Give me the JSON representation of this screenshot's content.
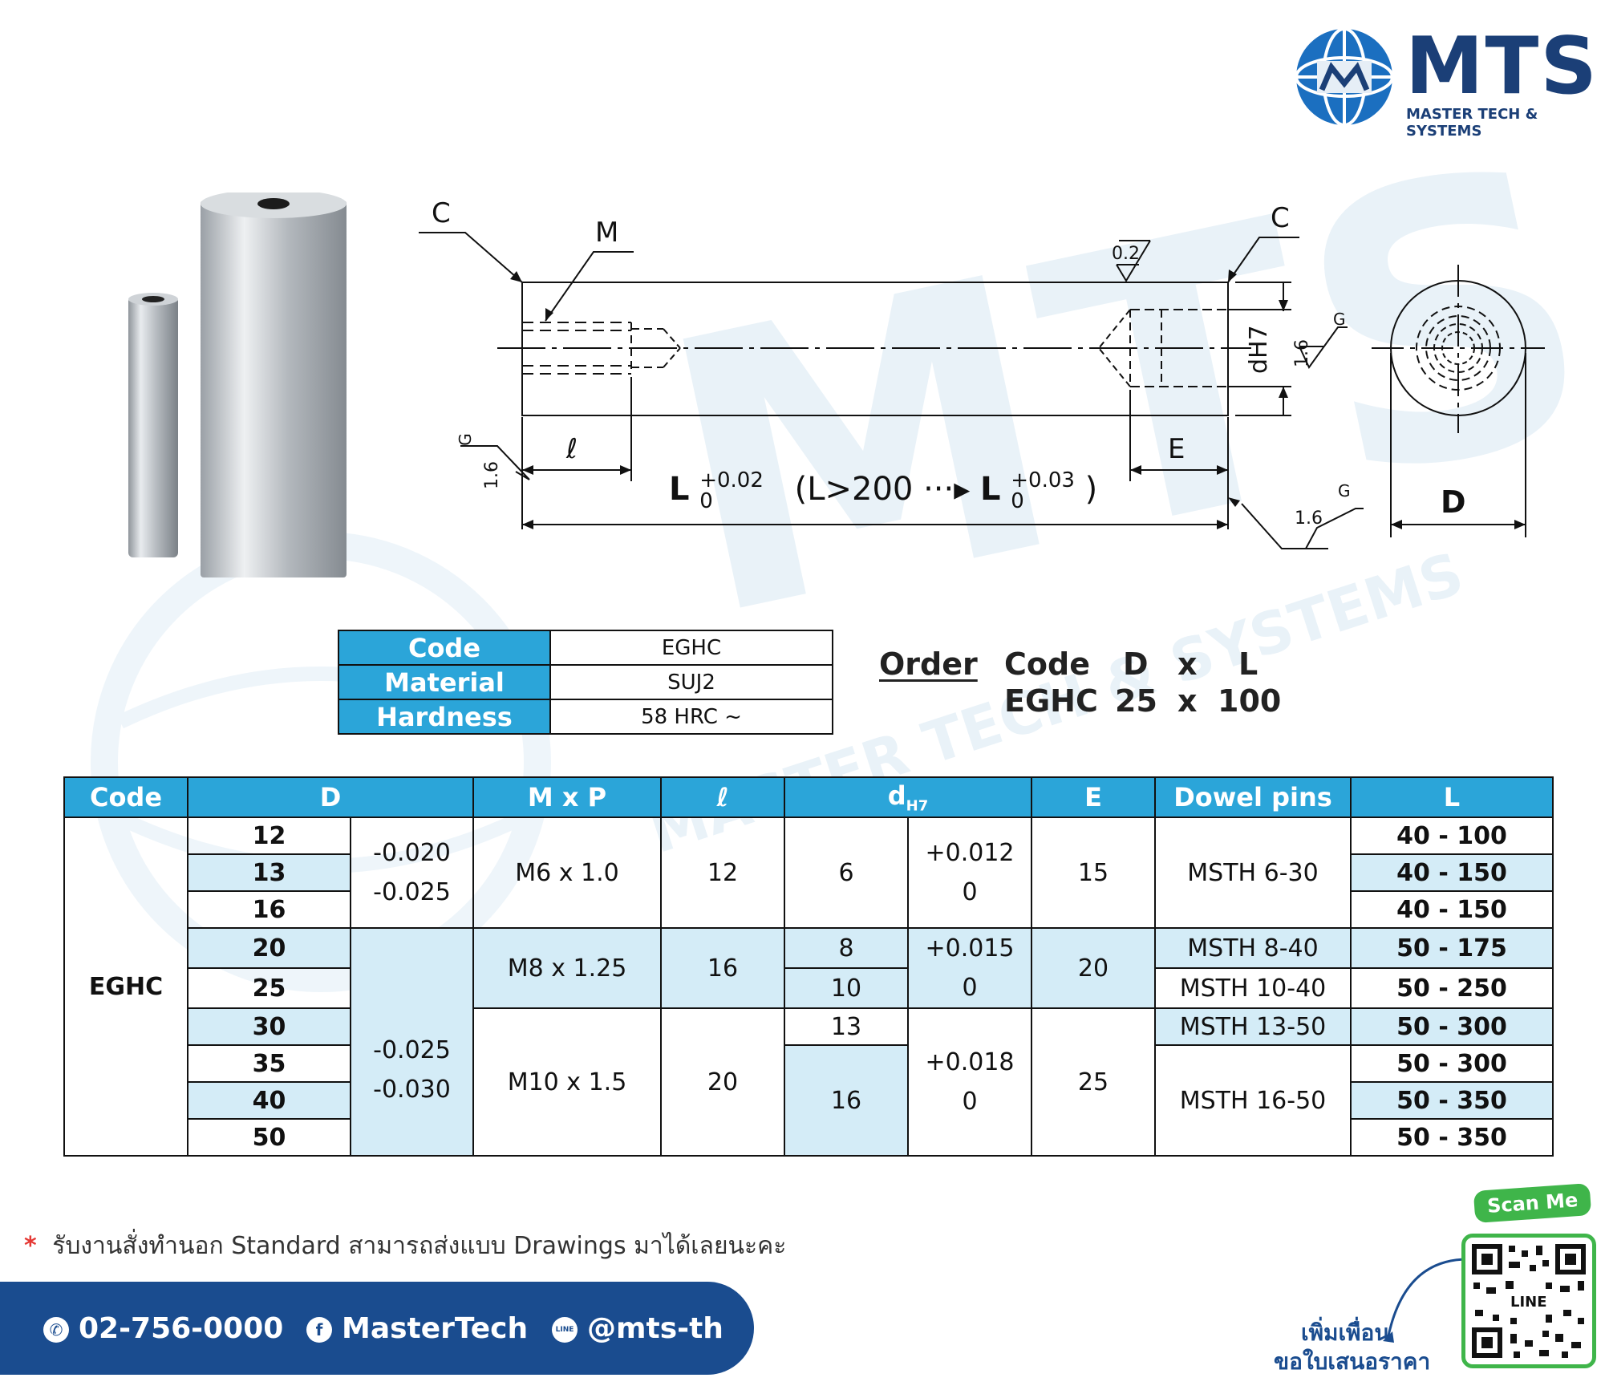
{
  "brand": {
    "name": "MTS",
    "tagline": "MASTER TECH & SYSTEMS"
  },
  "watermark": {
    "big": "MTS",
    "small": "MASTER TECH & SYSTEMS"
  },
  "drawing": {
    "c_left": "C",
    "c_right": "C",
    "m": "M",
    "l_small": "ℓ",
    "e": "E",
    "dh7": "dH7",
    "d": "D",
    "g1": "G",
    "g2": "G",
    "g3": "G",
    "r1": "1.6",
    "r2": "1.6",
    "r3": "1.6",
    "r4": "0.2",
    "length_L": "L",
    "tol_plus_1": "+0.02",
    "tol_zero_1": "0",
    "length_mid": "(L>200 ···▸",
    "length_L2": "L",
    "tol_plus_2": "+0.03",
    "tol_zero_2": "0",
    "length_close": ")"
  },
  "spec": {
    "rows": [
      {
        "key": "Code",
        "value": "EGHC"
      },
      {
        "key": "Material",
        "value": "SUJ2"
      },
      {
        "key": "Hardness",
        "value": "58 HRC ~"
      }
    ]
  },
  "order": {
    "label": "Order",
    "header": [
      "Code",
      "D",
      "x",
      "L"
    ],
    "example": [
      "EGHC",
      "25",
      "x",
      "100"
    ]
  },
  "table": {
    "headers": {
      "code": "Code",
      "d": "D",
      "mxp": "M x P",
      "l": "ℓ",
      "dh7_main": "d",
      "dh7_sub": "H7",
      "e": "E",
      "dowel": "Dowel pins",
      "L": "L"
    },
    "code": "EGHC",
    "d_values": [
      "12",
      "13",
      "16",
      "20",
      "25",
      "30",
      "35",
      "40",
      "50"
    ],
    "d_tol_1": [
      "-0.020",
      "-0.025"
    ],
    "d_tol_2": [
      "-0.025",
      "-0.030"
    ],
    "mxp": [
      "M6 x 1.0",
      "M8 x 1.25",
      "M10 x 1.5"
    ],
    "l_vals": [
      "12",
      "16",
      "20"
    ],
    "dh7": [
      "6",
      "8",
      "10",
      "13",
      "16"
    ],
    "dh7_tol_1": [
      "+0.012",
      "0"
    ],
    "dh7_tol_2": [
      "+0.015",
      "0"
    ],
    "dh7_tol_3": [
      "+0.018",
      "0"
    ],
    "e_vals": [
      "15",
      "20",
      "25"
    ],
    "dowel": [
      "MSTH 6-30",
      "MSTH 8-40",
      "MSTH 10-40",
      "MSTH 13-50",
      "MSTH 16-50"
    ],
    "L_ranges": [
      "40 - 100",
      "40 - 150",
      "40 - 150",
      "50 - 175",
      "50 - 250",
      "50 - 300",
      "50 - 300",
      "50 - 350",
      "50 - 350"
    ]
  },
  "note": {
    "star": "*",
    "text": "รับงานสั่งทำนอก Standard สามารถส่งแบบ Drawings มาได้เลยนะคะ"
  },
  "contact": {
    "phone": "02-756-0000",
    "facebook": "MasterTech",
    "line": "@mts-th",
    "line_icon": "LINE"
  },
  "qr": {
    "scan": "Scan Me",
    "add1": "เพิ่มเพื่อน",
    "add2": "ขอใบเสนอราคา",
    "line": "LINE"
  },
  "colors": {
    "header_blue": "#2ba5d9",
    "light_blue": "#d4ecf7",
    "navy": "#1a4c8f",
    "green": "#3fb54a"
  }
}
